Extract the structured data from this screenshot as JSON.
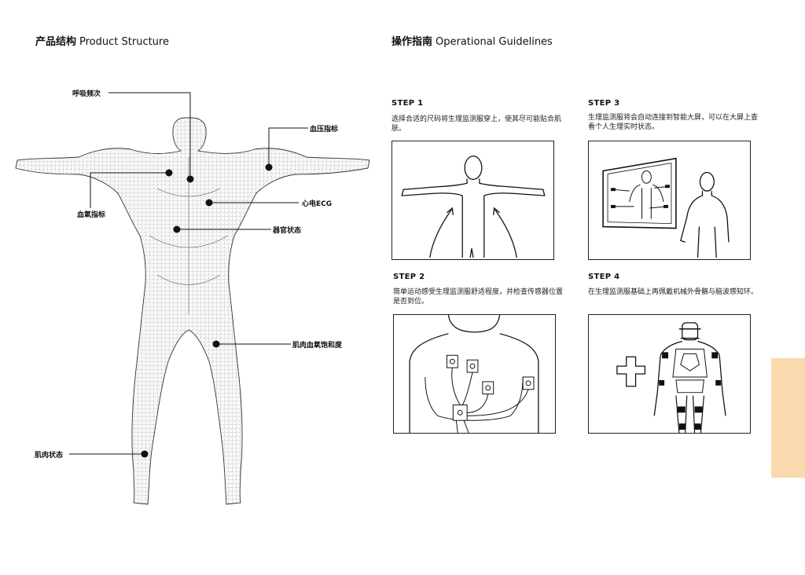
{
  "left": {
    "title_cn": "产品结构",
    "title_en": "Product Structure",
    "callouts": {
      "breathing": "呼吸频次",
      "blood_pressure": "血压指标",
      "blood_oxygen": "血氧指标",
      "ecg": "心电ECG",
      "organ": "器官状态",
      "muscle_oxygen": "肌肉血氧饱和度",
      "muscle": "肌肉状态"
    }
  },
  "right": {
    "title_cn": "操作指南",
    "title_en": "Operational Guidelines",
    "steps": [
      {
        "title": "STEP 1",
        "desc": "选择合适的尺码将生理监测服穿上，使其尽可能贴合肌肤。"
      },
      {
        "title": "STEP 2",
        "desc": "简单运动感受生理监测服舒适程度，并检查传感器位置是否到位。"
      },
      {
        "title": "STEP 3",
        "desc": "生理监测服将会自动连接到智能大屏，可以在大屏上查看个人生理实时状态。"
      },
      {
        "title": "STEP 4",
        "desc": "在生理监测服基础上再佩戴机械外骨骼与脑波感知环。"
      }
    ]
  },
  "colors": {
    "accent_tab": "#f9d9ad",
    "line": "#111111"
  }
}
